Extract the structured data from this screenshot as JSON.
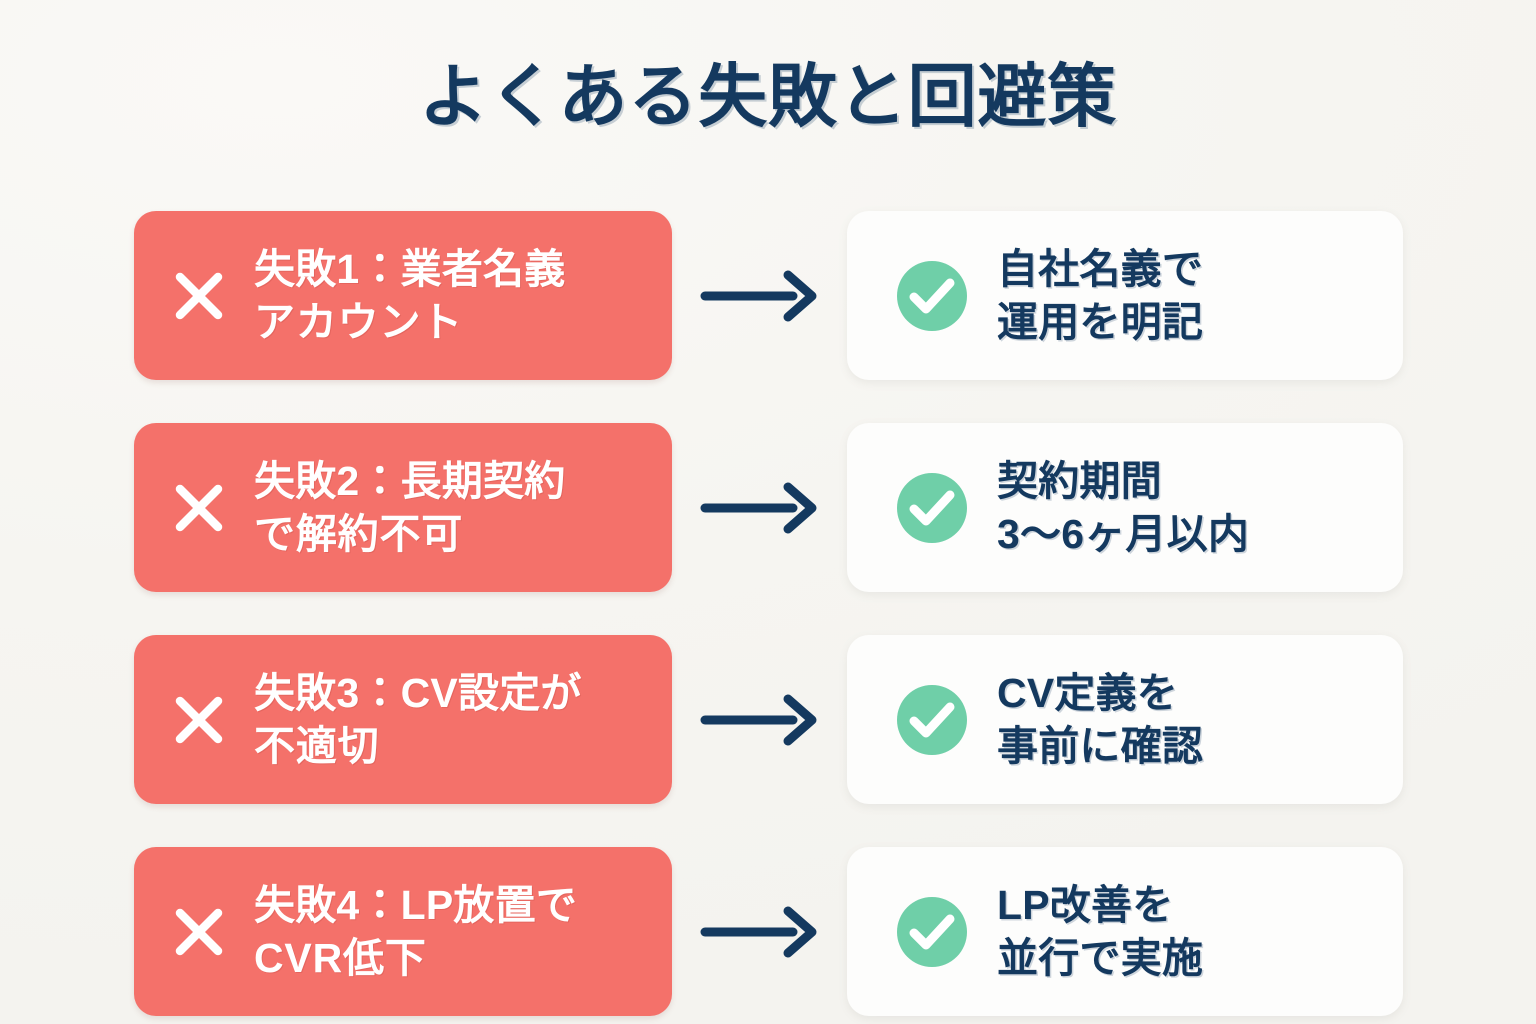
{
  "page": {
    "title": "よくある失敗と回避策",
    "background_color": "#f7f6f2",
    "title_color": "#14395f"
  },
  "theme": {
    "problem_card_color": "#f4716a",
    "solution_card_color": "#fdfdfc",
    "check_circle_color": "#6fcfa8",
    "arrow_color": "#14395f",
    "problem_text_color": "#ffffff",
    "solution_text_color": "#14395f"
  },
  "rows": [
    {
      "problem": {
        "icon": "x-mark-icon",
        "line1": "失敗1：業者名義",
        "line2": "アカウント"
      },
      "arrow": {
        "icon": "arrow-right-icon"
      },
      "solution": {
        "icon": "check-circle-icon",
        "line1": "自社名義で",
        "line2": "運用を明記"
      }
    },
    {
      "problem": {
        "icon": "x-mark-icon",
        "line1": "失敗2：長期契約",
        "line2": "で解約不可"
      },
      "arrow": {
        "icon": "arrow-right-icon"
      },
      "solution": {
        "icon": "check-circle-icon",
        "line1": "契約期間",
        "line2": "3〜6ヶ月以内"
      }
    },
    {
      "problem": {
        "icon": "x-mark-icon",
        "line1": "失敗3：CV設定が",
        "line2": "不適切"
      },
      "arrow": {
        "icon": "arrow-right-icon"
      },
      "solution": {
        "icon": "check-circle-icon",
        "line1": "CV定義を",
        "line2": "事前に確認"
      }
    },
    {
      "problem": {
        "icon": "x-mark-icon",
        "line1": "失敗4：LP放置で",
        "line2": "CVR低下"
      },
      "arrow": {
        "icon": "arrow-right-icon"
      },
      "solution": {
        "icon": "check-circle-icon",
        "line1": "LP改善を",
        "line2": "並行で実施"
      }
    }
  ]
}
